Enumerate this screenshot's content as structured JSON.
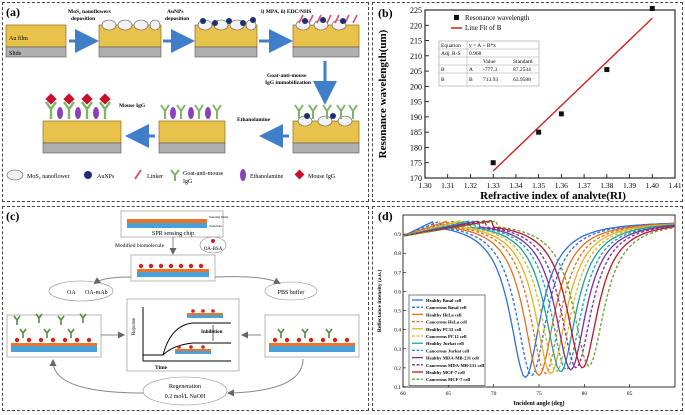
{
  "panel_a": {
    "label": "(a)",
    "au_film": "Au film",
    "slide": "Slide",
    "step1": "MoS₂ nanoflowers",
    "step1b": "deposition",
    "step2": "AuNPs",
    "step2b": "deposition",
    "step3": "i) MPA, ii) EDC/NHS",
    "step4": "Goat-anti-mouse",
    "step4b": "IgG immobilization",
    "step5": "Ethanolamine",
    "step6": "Mouse IgG",
    "legend": {
      "mos2": "MoS₂ nanoflower",
      "aunps": "AuNPs",
      "linker": "Linker",
      "gam1": "Goat-anti-mouse",
      "gam2": "IgG",
      "ethanolamine": "Ethanolamine",
      "mouse_igg": "Mouse IgG"
    },
    "colors": {
      "gold": "#e8c24a",
      "slide": "#b0b0b0",
      "arrow": "#3f7fc9",
      "linker": "#e04d76",
      "antibody": "#7fb56a",
      "ethanol": "#8b3fb8",
      "mouse": "#c8102e"
    }
  },
  "panel_b": {
    "label": "(b)",
    "legend_points": "Resonance wavelength",
    "legend_line": "Line Fit of B",
    "table": {
      "equation_label": "Equation",
      "equation": "y = A + B*x",
      "adjr_label": "Adj. R-S",
      "adjr": "0.968",
      "col_value": "Value",
      "col_std": "Standard",
      "rows": [
        [
          "B",
          "A",
          "-777.3",
          "87.2534"
        ],
        [
          "B",
          "B",
          "713.93",
          "63.9588"
        ]
      ]
    },
    "chart_data": {
      "type": "scatter",
      "xlabel": "Refractive index of analyte(RI)",
      "ylabel": "Resonance wavelength(um)",
      "xlim": [
        1.3,
        1.41
      ],
      "ylim": [
        170,
        225
      ],
      "xticks": [
        "1.30",
        "1.31",
        "1.32",
        "1.33",
        "1.34",
        "1.35",
        "1.36",
        "1.37",
        "1.38",
        "1.39",
        "1.40",
        "1.41"
      ],
      "yticks": [
        "170",
        "175",
        "180",
        "185",
        "190",
        "195",
        "200",
        "205",
        "210",
        "215",
        "220",
        "225"
      ],
      "series": [
        {
          "name": "Resonance wavelength",
          "x": [
            1.33,
            1.35,
            1.36,
            1.38,
            1.4
          ],
          "y": [
            175.0,
            185.0,
            191.0,
            205.5,
            225.5
          ]
        },
        {
          "name": "Line Fit of B",
          "x": [
            1.33,
            1.4
          ],
          "y": [
            172.3,
            222.3
          ]
        }
      ],
      "colors": {
        "points": "#111111",
        "line": "#d62020"
      }
    }
  },
  "panel_c": {
    "label": "(c)",
    "chip_title": "SPR sensing chip",
    "sensing_film": "Sensing films",
    "substrate": "Substrate",
    "modified": "Modified biomolecule",
    "oa_bsa": "OA-BSA",
    "oa": "OA",
    "oa_mab": "OA-mAb",
    "pbs": "PBS buffer",
    "inhibition": "Inhibition",
    "response": "Reponse",
    "time": "Time",
    "regeneration": "Regeneration",
    "naoh": "0.2 mol/L NaOH"
  },
  "panel_d": {
    "label": "(d)",
    "chart_data": {
      "type": "line",
      "xlabel": "Incident angle (deg)",
      "ylabel": "Reflectance intensity (a.u.)",
      "xlim": [
        60,
        90
      ],
      "ylim": [
        0.1,
        1.0
      ],
      "xticks": [
        "60",
        "65",
        "70",
        "75",
        "80",
        "85"
      ],
      "yticks": [
        "0.1",
        "0.2",
        "0.3",
        "0.4",
        "0.5",
        "0.6",
        "0.7",
        "0.8",
        "0.9"
      ],
      "series": [
        {
          "name": "Healthy Basal cell",
          "min_x": 73.5,
          "min_y": 0.15,
          "color": "#2e6fdc",
          "dash": false
        },
        {
          "name": "Cancerous Basal cell",
          "min_x": 74.2,
          "min_y": 0.16,
          "color": "#2e6fdc",
          "dash": true
        },
        {
          "name": "Healthy HeLa cell",
          "min_x": 75.0,
          "min_y": 0.16,
          "color": "#e3701e",
          "dash": false
        },
        {
          "name": "Cancerous HeLa cell",
          "min_x": 75.7,
          "min_y": 0.17,
          "color": "#e3701e",
          "dash": true
        },
        {
          "name": "Healthy PC12 cell",
          "min_x": 76.3,
          "min_y": 0.17,
          "color": "#e2b41f",
          "dash": false
        },
        {
          "name": "Cancerous PC12 cell",
          "min_x": 76.9,
          "min_y": 0.18,
          "color": "#e2b41f",
          "dash": true
        },
        {
          "name": "Healthy Jurkat cell",
          "min_x": 77.4,
          "min_y": 0.18,
          "color": "#18a3a3",
          "dash": false
        },
        {
          "name": "Cancerous Jurkat cell",
          "min_x": 78.0,
          "min_y": 0.19,
          "color": "#18a3a3",
          "dash": true
        },
        {
          "name": "Healthy MDA-MB-231 cell",
          "min_x": 78.5,
          "min_y": 0.19,
          "color": "#7a2fa0",
          "dash": false
        },
        {
          "name": "Cancerous MDA-MB-231 cell",
          "min_x": 79.1,
          "min_y": 0.2,
          "color": "#7a2fa0",
          "dash": true
        },
        {
          "name": "Healthy MCF-7 cell",
          "min_x": 79.8,
          "min_y": 0.2,
          "color": "#b8172b",
          "dash": false
        },
        {
          "name": "Cancerous MCF-7 cell",
          "min_x": 80.5,
          "min_y": 0.21,
          "color": "#6d9a2a",
          "dash": true
        }
      ]
    }
  }
}
